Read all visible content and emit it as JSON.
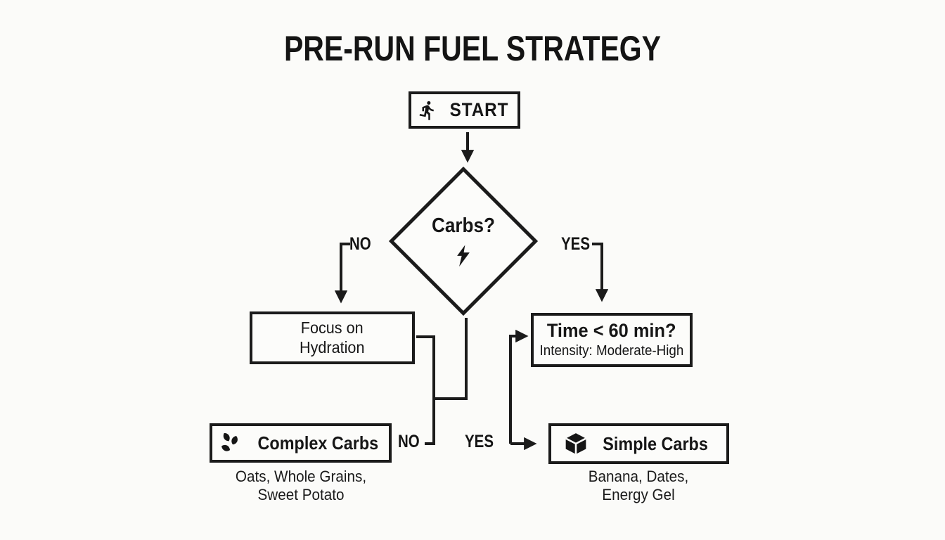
{
  "title": "PRE-RUN FUEL STRATEGY",
  "colors": {
    "ink": "#1b1b1b",
    "background": "#fbfbf9",
    "node_fill": "#fcfcfa"
  },
  "flow": {
    "start": {
      "label": "START",
      "icon": "runner-icon"
    },
    "decision": {
      "question": "Carbs?",
      "icon": "lightning-icon"
    },
    "branch_no_label": "NO",
    "branch_yes_label": "YES",
    "hydration": {
      "line1": "Focus on",
      "line2": "Hydration"
    },
    "time": {
      "line1": "Time < 60 min?",
      "line2": "Intensity: Moderate-High"
    },
    "no_bottom_label": "NO",
    "yes_bottom_label": "YES",
    "complex": {
      "label": "Complex Carbs",
      "icon": "leaf-icon",
      "caption_line1": "Oats, Whole Grains,",
      "caption_line2": "Sweet Potato"
    },
    "simple": {
      "label": "Simple Carbs",
      "icon": "cube-icon",
      "caption_line1": "Banana, Dates,",
      "caption_line2": "Energy Gel"
    }
  }
}
